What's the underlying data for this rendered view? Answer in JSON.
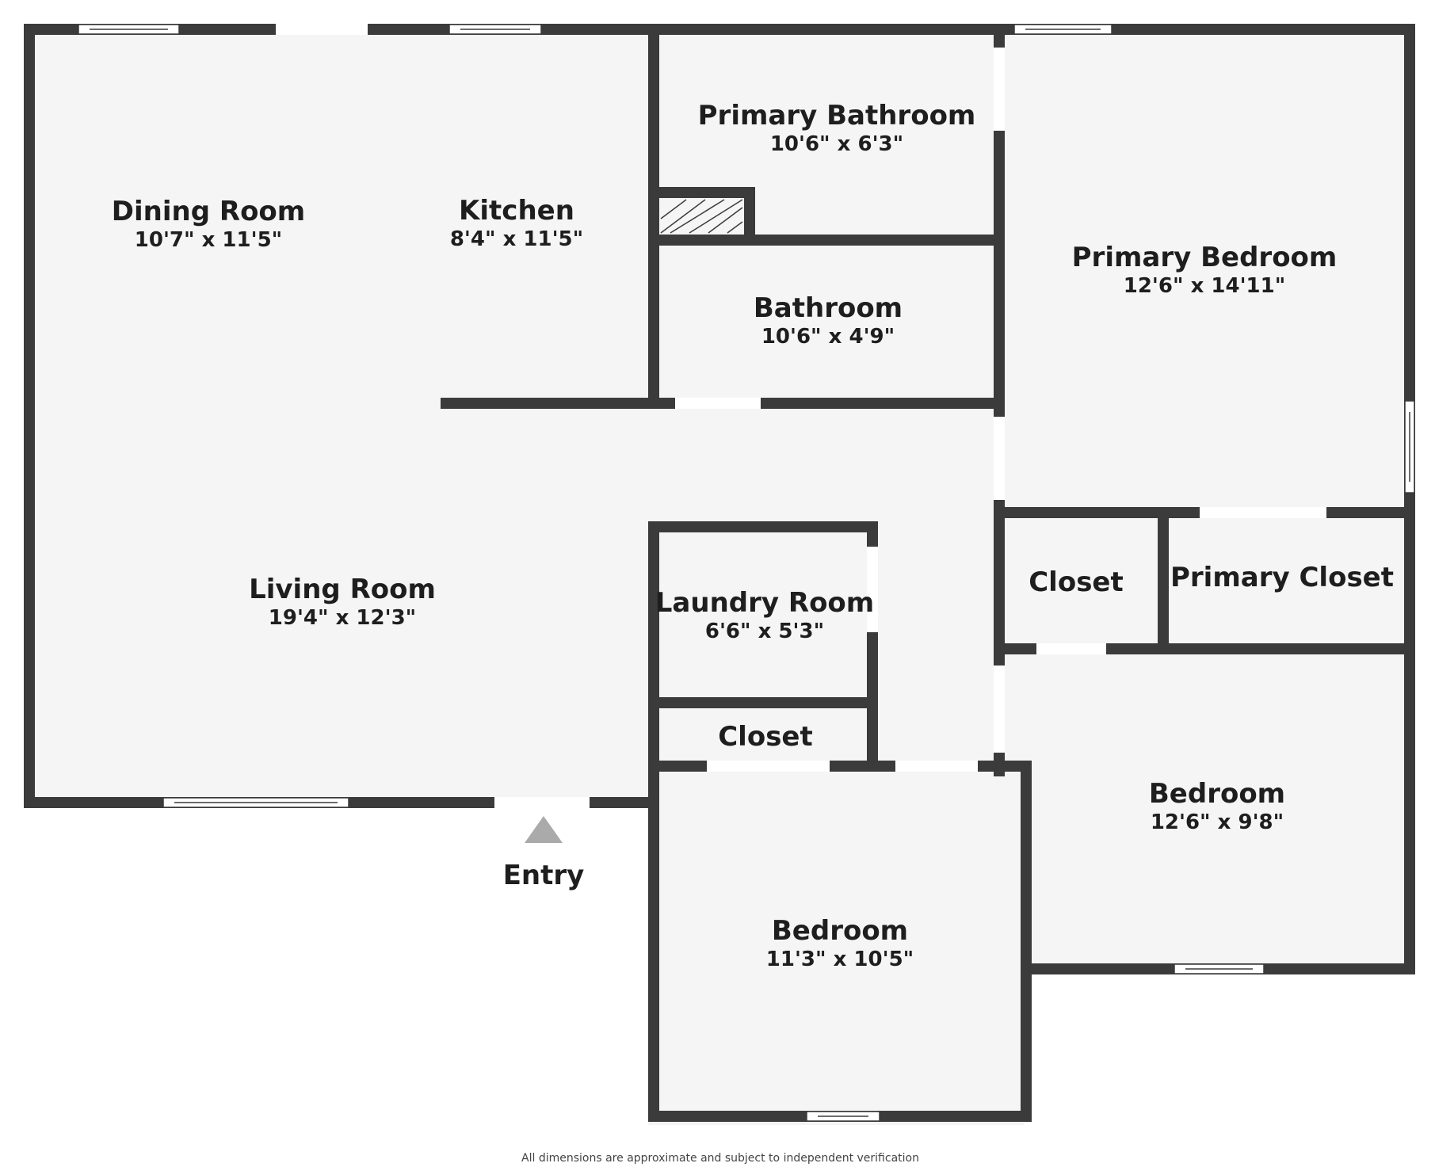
{
  "rooms": {
    "dining_room": {
      "name": "Dining Room",
      "dimensions": "10'7\" x 11'5\""
    },
    "kitchen": {
      "name": "Kitchen",
      "dimensions": "8'4\" x 11'5\""
    },
    "primary_bathroom": {
      "name": "Primary Bathroom",
      "dimensions": "10'6\" x 6'3\""
    },
    "bathroom": {
      "name": "Bathroom",
      "dimensions": "10'6\" x 4'9\""
    },
    "primary_bedroom": {
      "name": "Primary Bedroom",
      "dimensions": "12'6\" x 14'11\""
    },
    "living_room": {
      "name": "Living Room",
      "dimensions": "19'4\" x 12'3\""
    },
    "laundry_room": {
      "name": "Laundry Room",
      "dimensions": "6'6\" x 5'3\""
    },
    "hall_closet": {
      "name": "Closet"
    },
    "bedroom_closet": {
      "name": "Closet"
    },
    "primary_closet": {
      "name": "Primary Closet"
    },
    "bedroom_east": {
      "name": "Bedroom",
      "dimensions": "12'6\" x 9'8\""
    },
    "bedroom_south": {
      "name": "Bedroom",
      "dimensions": "11'3\" x 10'5\""
    }
  },
  "entry": {
    "label": "Entry"
  },
  "footnote": "All dimensions are approximate and subject to independent verification",
  "colors": {
    "wall": "#3b3b3b",
    "floor": "#f5f5f5",
    "text": "#1e1e1e",
    "entry_arrow": "#aaaaaa"
  }
}
